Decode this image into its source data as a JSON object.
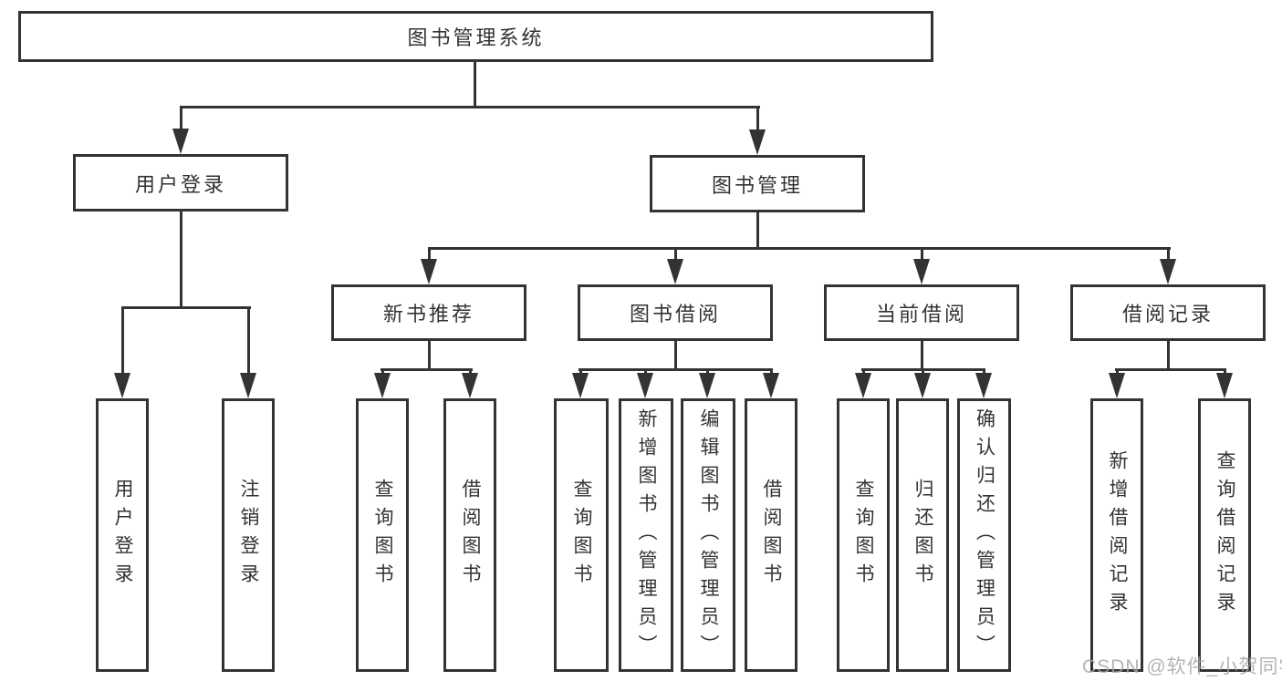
{
  "diagram": {
    "root": {
      "label": "图书管理系统"
    },
    "branches": [
      {
        "label": "用户登录",
        "children": [
          {
            "label": "用户登录"
          },
          {
            "label": "注销登录"
          }
        ]
      },
      {
        "label": "图书管理",
        "children": [
          {
            "label": "新书推荐",
            "children": [
              {
                "label": "查询图书"
              },
              {
                "label": "借阅图书"
              }
            ]
          },
          {
            "label": "图书借阅",
            "children": [
              {
                "label": "查询图书"
              },
              {
                "label": "新增图书（管理员）"
              },
              {
                "label": "编辑图书（管理员）"
              },
              {
                "label": "借阅图书"
              }
            ]
          },
          {
            "label": "当前借阅",
            "children": [
              {
                "label": "查询图书"
              },
              {
                "label": "归还图书"
              },
              {
                "label": "确认归还（管理员）"
              }
            ]
          },
          {
            "label": "借阅记录",
            "children": [
              {
                "label": "新增借阅记录"
              },
              {
                "label": "查询借阅记录"
              }
            ]
          }
        ]
      }
    ],
    "watermark": "CSDN @软件_小贺同学",
    "colors": {
      "line": "#333333",
      "text": "#333333",
      "watermark": "#a8a8ad",
      "background": "#ffffff"
    }
  }
}
